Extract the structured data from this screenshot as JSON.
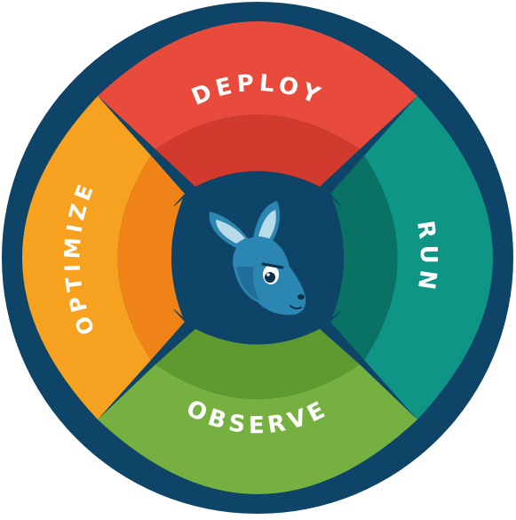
{
  "title": "",
  "colors": {
    "ring": "#0d4467",
    "deploy": "#e84b3c",
    "deploy_inner": "#d23a2e",
    "run": "#0f9586",
    "run_inner": "#0a7265",
    "observe": "#76b041",
    "observe_inner": "#5f9a30",
    "optimize": "#f6a11f",
    "optimize_inner": "#ef8318",
    "label": "#ffffff",
    "mascot": "#2b86b2",
    "mascot_ear": "#b7dbe9"
  },
  "segments": [
    {
      "id": "deploy",
      "label": "DEPLOY"
    },
    {
      "id": "run",
      "label": "RUN"
    },
    {
      "id": "observe",
      "label": "OBSERVE"
    },
    {
      "id": "optimize",
      "label": "OPTIMIZE"
    }
  ],
  "center": {
    "icon": "kangaroo-mascot-icon"
  }
}
